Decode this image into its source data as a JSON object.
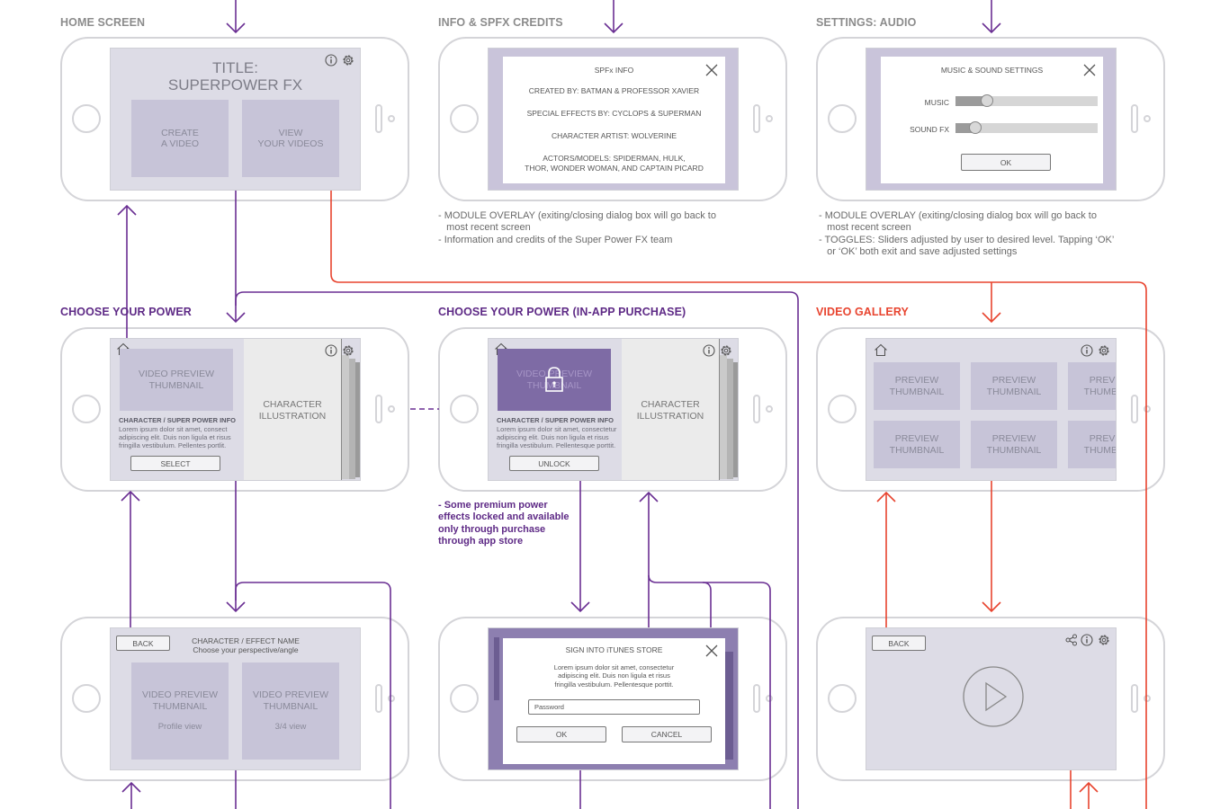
{
  "colors": {
    "purple": "#5e2a86",
    "red": "#e8442f",
    "gray_label": "#8c8c8c"
  },
  "sections": {
    "home": "HOME SCREEN",
    "info": "INFO & SPFX CREDITS",
    "audio": "SETTINGS: AUDIO",
    "choose": "CHOOSE YOUR POWER",
    "choose_iap": "CHOOSE YOUR POWER (IN-APP PURCHASE)",
    "gallery": "VIDEO GALLERY"
  },
  "home": {
    "title": "TITLE:",
    "subtitle": "SUPERPOWER FX",
    "create": "CREATE\nA VIDEO",
    "view": "VIEW\nYOUR VIDEOS"
  },
  "info": {
    "heading": "SPFx INFO",
    "line1": "CREATED BY: BATMAN & PROFESSOR XAVIER",
    "line2": "SPECIAL EFFECTS BY: CYCLOPS & SUPERMAN",
    "line3": "CHARACTER ARTIST: WOLVERINE",
    "line4": "ACTORS/MODELS: SPIDERMAN, HULK,\nTHOR, WONDER WOMAN, AND CAPTAIN PICARD",
    "note": "- MODULE OVERLAY (exiting/closing dialog box will go back to\n   most recent screen\n- Information and credits of the Super Power FX team"
  },
  "audio": {
    "heading": "MUSIC & SOUND SETTINGS",
    "music_label": "MUSIC",
    "music_level": 0.22,
    "sfx_label": "SOUND FX",
    "sfx_level": 0.14,
    "ok": "OK",
    "note": "- MODULE OVERLAY (exiting/closing dialog box will go back to\n   most recent screen\n- TOGGLES: Sliders adjusted by user to desired level. Tapping ‘OK’\n   or ‘OK’ both exit and save adjusted settings"
  },
  "choose": {
    "thumb": "VIDEO PREVIEW\nTHUMBNAIL",
    "info_title": "CHARACTER / SUPER POWER INFO",
    "lorem": "Lorem ipsum dolor sit amet, consect\nadipiscing elit. Duis non ligula et risus\nfringilla vestibulum. Pellentes portlit.",
    "select": "SELECT",
    "character": "CHARACTER\nILLUSTRATION"
  },
  "iap": {
    "thumb": "VIDEO PREVIEW\nTHUMBNAIL",
    "info_title": "CHARACTER / SUPER POWER INFO",
    "lorem": "Lorem ipsum dolor sit amet, consectetur\nadipiscing elit. Duis non ligula et risus\nfringilla vestibulum. Pellentesque porttit.",
    "unlock": "UNLOCK",
    "character": "CHARACTER\nILLUSTRATION",
    "note": "- Some premium power\neffects locked and available\nonly through purchase\nthrough app store"
  },
  "gallery": {
    "thumb": "PREVIEW\nTHUMBNAIL"
  },
  "perspective": {
    "back": "BACK",
    "title": "CHARACTER / EFFECT NAME",
    "subtitle": "Choose your perspective/angle",
    "thumb1": "VIDEO PREVIEW\nTHUMBNAIL",
    "thumb1_sub": "Profile view",
    "thumb2": "VIDEO PREVIEW\nTHUMBNAIL",
    "thumb2_sub": "3/4 view"
  },
  "itunes": {
    "heading": "SIGN INTO iTUNES STORE",
    "lorem": "Lorem ipsum dolor sit amet, consectetur\nadipiscing elit. Duis non ligula et risus\nfringilla vestibulum. Pellentesque porttit.",
    "password_placeholder": "Password",
    "ok": "OK",
    "cancel": "CANCEL"
  },
  "player": {
    "back": "BACK"
  },
  "icons": [
    "info-icon",
    "gear-icon",
    "home-icon",
    "close-icon",
    "lock-icon",
    "share-icon",
    "play-icon"
  ]
}
